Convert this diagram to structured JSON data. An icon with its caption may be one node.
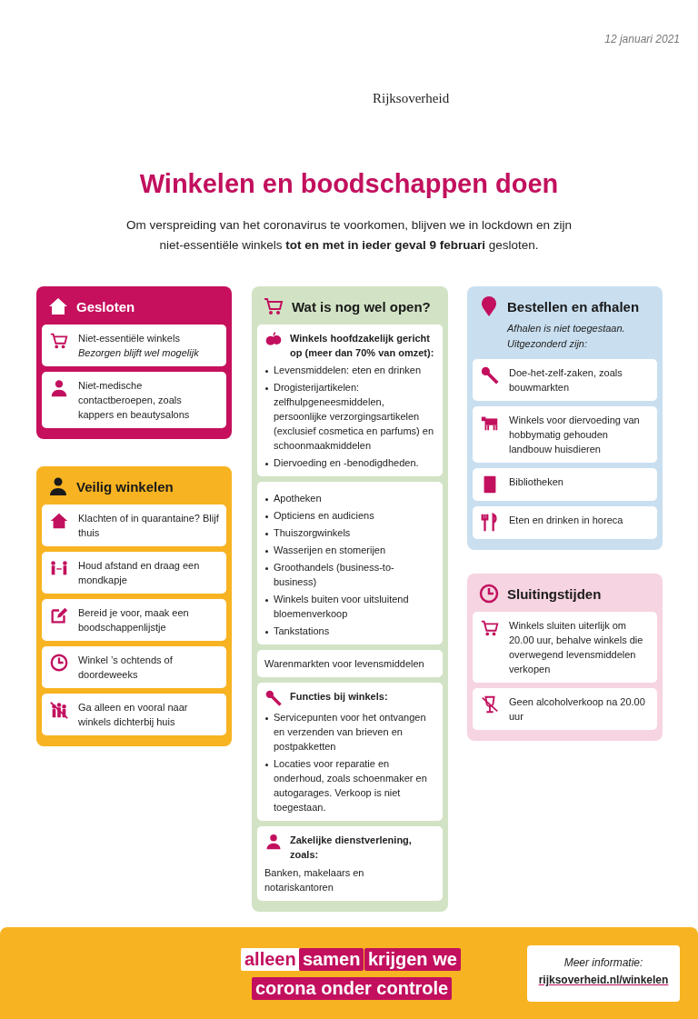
{
  "diagram": {
    "title": "Winkelen en boodschappen doen",
    "nodes": [
      {
        "text": [
          "Gesloten"
        ]
      },
      {
        "text": [
          "Niet-essentiële winkels",
          "Bezorgen blijft wel mogelijk"
        ],
        "in": 0
      },
      {
        "text": [
          "Niet-medische contactberoepen, zoals kappers en beautysalons"
        ],
        "in": 0
      },
      {
        "text": [
          "Veilig winkelen"
        ]
      },
      {
        "text": [
          "Klachten of in quarantaine? Blijf thuis"
        ],
        "in": 3
      },
      {
        "text": [
          "Houd afstand en draag een mondkapje"
        ],
        "in": 3
      },
      {
        "text": [
          "Bereid je voor, maak een boodschappenlijstje"
        ],
        "in": 3
      },
      {
        "text": [
          "Winkel ’s ochtends of doordeweeks"
        ],
        "in": 3
      },
      {
        "text": [
          "Ga alleen en vooral naar winkels dichterbij huis"
        ],
        "in": 3
      },
      {
        "text": [
          "Wat is nog wel open?"
        ]
      },
      {
        "text": [
          "Winkels hoofdzakelijk gericht op (meer dan 70% van omzet):",
          "Levensmiddelen: eten en drinken",
          "Drogisterijartikelen: zelfhulpgeneesmiddelen, persoonlijke verzorgingsartikelen (exclusief cosmetica en parfums) en schoonmaakmiddelen",
          "Diervoeding  en -benodigdheden."
        ],
        "in": 9
      },
      {
        "text": [
          "Apotheken",
          "Opticiens en audiciens",
          "Thuiszorgwinkels",
          "Wasserijen en stomerijen",
          "Groothandels (business-to-business)",
          "Winkels buiten voor uitsluitend bloemenverkoop",
          "Tankstations"
        ],
        "in": 9
      },
      {
        "text": [
          "Warenmarkten voor levensmiddelen"
        ],
        "in": 9
      },
      {
        "text": [
          "Functies bij winkels:",
          "Servicepunten voor het ontvangen en verzenden van brieven en postpakketten",
          "Locaties voor reparatie en onderhoud, zoals schoenmaker en autogarages. Verkoop is niet toegestaan."
        ],
        "in": 9
      },
      {
        "text": [
          "Zakelijke dienstverlening, zoals:",
          "Banken, makelaars en notariskantoren"
        ],
        "in": 9
      },
      {
        "text": [
          "Bestellen en afhalen",
          "Afhalen is niet toegestaan. Uitgezonderd zijn:"
        ]
      },
      {
        "text": [
          "Doe-het-zelf-zaken, zoals bouwmarkten"
        ],
        "in": 15
      },
      {
        "text": [
          "Winkels voor diervoeding van hobbymatig gehouden landbouw huisdieren"
        ],
        "in": 15
      },
      {
        "text": [
          "Bibliotheken"
        ],
        "in": 15
      },
      {
        "text": [
          "Eten en drinken in horeca"
        ],
        "in": 15
      },
      {
        "text": [
          "Sluitingstijden"
        ]
      },
      {
        "text": [
          "Winkels sluiten uiterlijk om 20.00 uur, behalve winkels die overwegend levensmiddelen verkopen"
        ],
        "in": 20
      },
      {
        "text": [
          "Geen alcoholverkoop na 20.00 uur"
        ],
        "in": 20
      },
      {
        "text": [],
        "shape": "bar"
      },
      {
        "text": [
          "alleen"
        ],
        "in": 23
      },
      {
        "text": [
          "samen"
        ],
        "in": 23
      },
      {
        "text": [
          "krijgen we"
        ],
        "in": 23
      },
      {
        "text": [
          "corona onder controle"
        ],
        "in": 23
      },
      {
        "text": [
          "Meer informatie:",
          "rijksoverheid.nl/winkelen"
        ],
        "in": 23
      }
    ],
    "edges": [],
    "labels": [
      "12 januari 2021",
      "Rijksoverheid",
      "Om verspreiding van het coronavirus te voorkomen, blijven we in lockdown en zijn niet-essentiële winkels **tot en met in ieder geval 9 februari** gesloten."
    ]
  }
}
